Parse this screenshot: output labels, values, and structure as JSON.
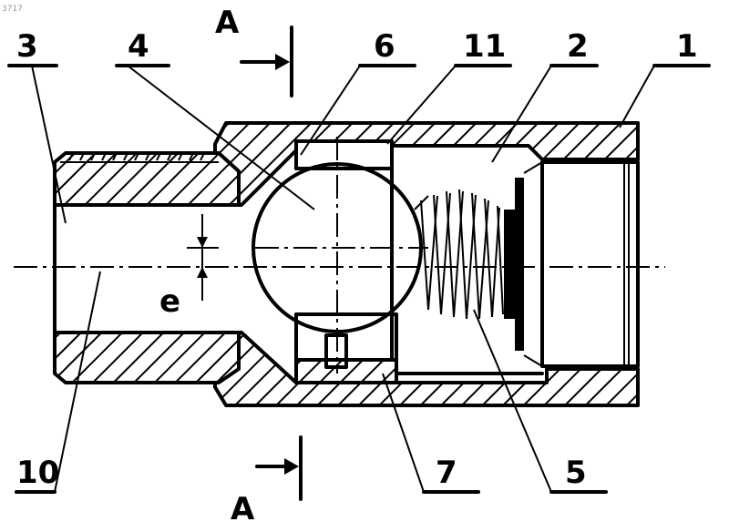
{
  "corner_id": "3717",
  "section_label": "A",
  "dimension_label": "e",
  "callouts": [
    {
      "id": "c1",
      "label": "1"
    },
    {
      "id": "c2",
      "label": "2"
    },
    {
      "id": "c3",
      "label": "3"
    },
    {
      "id": "c4",
      "label": "4"
    },
    {
      "id": "c5",
      "label": "5"
    },
    {
      "id": "c6",
      "label": "6"
    },
    {
      "id": "c7",
      "label": "7"
    },
    {
      "id": "c10",
      "label": "10"
    },
    {
      "id": "c11",
      "label": "11"
    }
  ]
}
